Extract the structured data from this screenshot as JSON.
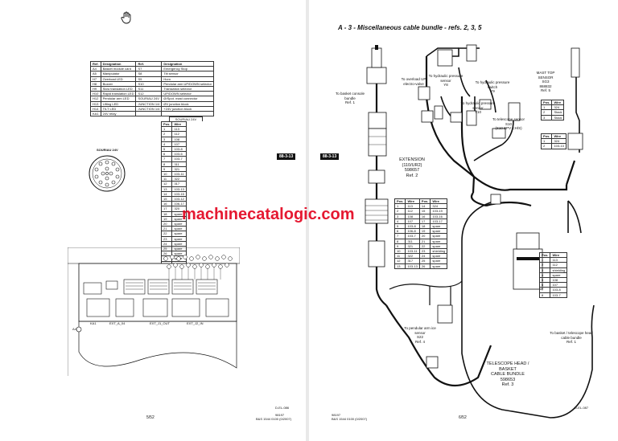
{
  "header": {
    "title": "A - 3 - Miscellaneous cable bundle - refs. 2, 3, 5"
  },
  "tabs": {
    "left": "88-3-13",
    "right": "88-3-13"
  },
  "watermark": "machinecatalogic.com",
  "left_page": {
    "legend_headers": [
      "Ref.",
      "Designation",
      "Ref.",
      "Designation"
    ],
    "legend_rows": [
      [
        "A4",
        "Basket module card",
        "S7",
        "Emergency Stop"
      ],
      [
        "A5",
        "Manipulator",
        "S8",
        "Tilt sensor"
      ],
      [
        "H7",
        "Overload LED",
        "S9",
        "Horn"
      ],
      [
        "H8",
        "Buzzer",
        "S10",
        "Pendular arm UP/DOWN selector"
      ],
      [
        "H9",
        "Slow translation LED",
        "S11",
        "Translation selector"
      ],
      [
        "H10",
        "Rapid translation LED",
        "S12",
        "UP/DOWN selector"
      ],
      [
        "H12",
        "Pendular arm LED",
        "SOURIAU 24V",
        "Ø/Spot. mast connector"
      ],
      [
        "H13",
        "Lifting LED",
        "JUNCTION 1/4",
        "ØV junction block"
      ],
      [
        "H14",
        "TILT LED",
        "JUNCTION 1/4",
        "+24V junction block"
      ],
      [
        "KA1",
        "24V relay",
        "",
        ""
      ]
    ],
    "souriau_title": "SOURIAU 24V",
    "souriau_headers": [
      "Pos.",
      "Wire"
    ],
    "souriau_rows": [
      [
        "1",
        "113"
      ],
      [
        "2",
        "112"
      ],
      [
        "3",
        "108"
      ],
      [
        "4",
        "107"
      ],
      [
        "5",
        "103-8"
      ],
      [
        "6",
        "103-6"
      ],
      [
        "7",
        "103-7"
      ],
      [
        "8",
        "311"
      ],
      [
        "9",
        "321"
      ],
      [
        "10",
        "103-11"
      ],
      [
        "11",
        "322"
      ],
      [
        "12",
        "317"
      ],
      [
        "13",
        "103-13"
      ],
      [
        "14",
        "103-15"
      ],
      [
        "15",
        "103-12"
      ],
      [
        "16",
        "106-17"
      ],
      [
        "17",
        "320"
      ],
      [
        "18",
        "spare"
      ],
      [
        "19",
        "spare"
      ],
      [
        "20",
        "spare"
      ],
      [
        "21",
        "spare"
      ],
      [
        "22",
        "spare"
      ],
      [
        "23",
        "spare"
      ],
      [
        "24",
        "spare"
      ],
      [
        "25",
        "spare"
      ],
      [
        "26",
        "spare"
      ],
      [
        "27",
        "spare"
      ],
      [
        "28",
        "spare"
      ],
      [
        "29",
        "spare"
      ]
    ],
    "connector_label": "SOURIAU 24V",
    "card_labels": [
      "KA1",
      "EXT_A_04",
      "EXT_J1_OUT",
      "EXT_J2_IN"
    ],
    "side_tag": "A4",
    "drawing_ref": "D-EL-086",
    "page_number": "5/52",
    "footer_line1": "98197",
    "footer_line2": "B&S 1544 0100 (0/2007)"
  },
  "right_page": {
    "labels": {
      "basket_bundle": "To basket console\nbundle\nRef. 1",
      "overload_sensor": "To overload UP\nelectro-valve",
      "pressure_sensor": "To hydraulic pressure\nsensor\nY8",
      "pressure_switch": "To hydraulic pressure\nswitch\nY9",
      "pressure_sensor2": "To hydraulic pressure\nsensor\nY10",
      "sensor_connect": "To telescope sensor\nS10\n(S10 BPV CH/S)",
      "mast_top_title": "MAST TOP SENSOR\nSG3\n868832\nRef. 5",
      "extension": "EXTENSION\n(110/UR2)\n598657\nRef. 2",
      "pendular_arm": "To pendular arm ice\nsensor\nS22\nRef. 4",
      "telescope_bundle": "TELESCOPE HEAD / BASKET\nCABLE BUNDLE\n598653\nRef. 3",
      "telescope_head": "To basket / telescope head\ncable bundle\nRef. 1"
    },
    "ext_headers": [
      "Pos.",
      "Wire",
      "Pos.",
      "Wire"
    ],
    "ext_rows": [
      [
        "1",
        "113",
        "14",
        "324"
      ],
      [
        "2",
        "112",
        "15",
        "103-19"
      ],
      [
        "3",
        "108",
        "16",
        "103-16"
      ],
      [
        "4",
        "107",
        "17",
        "103-17"
      ],
      [
        "5",
        "103-8",
        "18",
        "spare"
      ],
      [
        "6",
        "106-8",
        "19",
        "spare"
      ],
      [
        "7",
        "103-7",
        "20",
        "spare"
      ],
      [
        "8",
        "311",
        "21",
        "spare"
      ],
      [
        "9",
        "321",
        "22",
        "spare"
      ],
      [
        "10",
        "103-11",
        "23",
        "shielding"
      ],
      [
        "11",
        "322",
        "24",
        "spare"
      ],
      [
        "12",
        "317",
        "25",
        "spare"
      ],
      [
        "13",
        "103-13",
        "26",
        "spare"
      ]
    ],
    "mast_headers": [
      "Pos.",
      "Wire"
    ],
    "mast_rows_a": [
      [
        "1",
        "324"
      ],
      [
        "2",
        "Stack"
      ],
      [
        "3",
        "Stack"
      ]
    ],
    "mast_rows_b": [
      [
        "1",
        "324"
      ],
      [
        "2",
        "103-13"
      ]
    ],
    "tele_headers": [
      "Pos.",
      "Wire"
    ],
    "tele_rows": [
      [
        "1",
        "113"
      ],
      [
        "2",
        "112"
      ],
      [
        "3",
        "shielding"
      ],
      [
        "4",
        "spare"
      ],
      [
        "5",
        "108"
      ],
      [
        "6",
        "107"
      ],
      [
        "7",
        "103-8"
      ],
      [
        "8",
        "103-7"
      ]
    ],
    "drawing_ref": "D-EL-087",
    "page_number": "6/52",
    "footer_line1": "98197",
    "footer_line2": "B&S 1544 0100 (0/2007)"
  }
}
